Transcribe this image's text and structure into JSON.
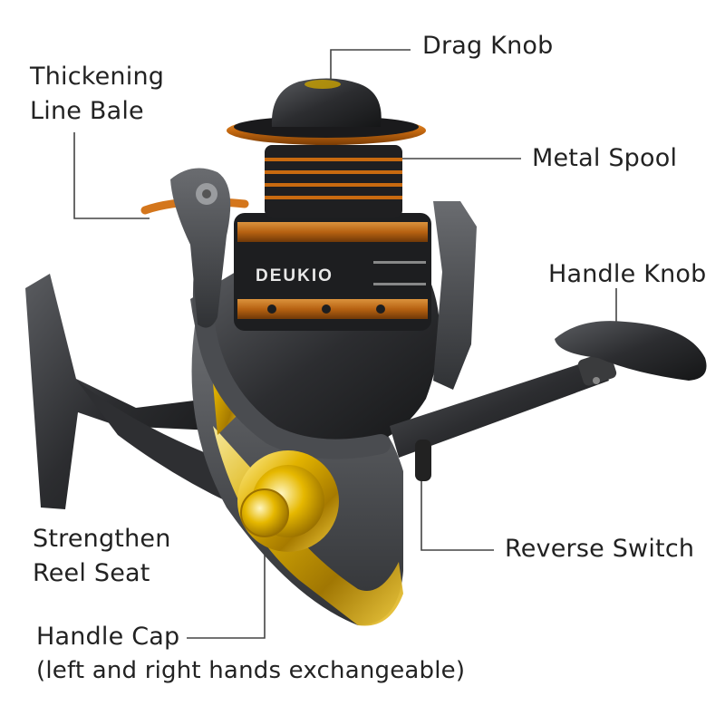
{
  "labels": {
    "drag_knob": "Drag Knob",
    "bale_line1": "Thickening",
    "bale_line2": "Line Bale",
    "metal_spool": "Metal Spool",
    "handle_knob": "Handle Knob",
    "reverse_switch": "Reverse Switch",
    "seat_line1": "Strengthen",
    "seat_line2": "Reel Seat",
    "handle_cap": "Handle Cap",
    "handle_cap_note": "(left and right hands exchangeable)"
  },
  "brand_text": "DEUKIO",
  "colors": {
    "text": "#222222",
    "leader_line": "#444444",
    "gold": "#d6a600",
    "copper": "#d4761c",
    "body": "#3a3b3d"
  }
}
